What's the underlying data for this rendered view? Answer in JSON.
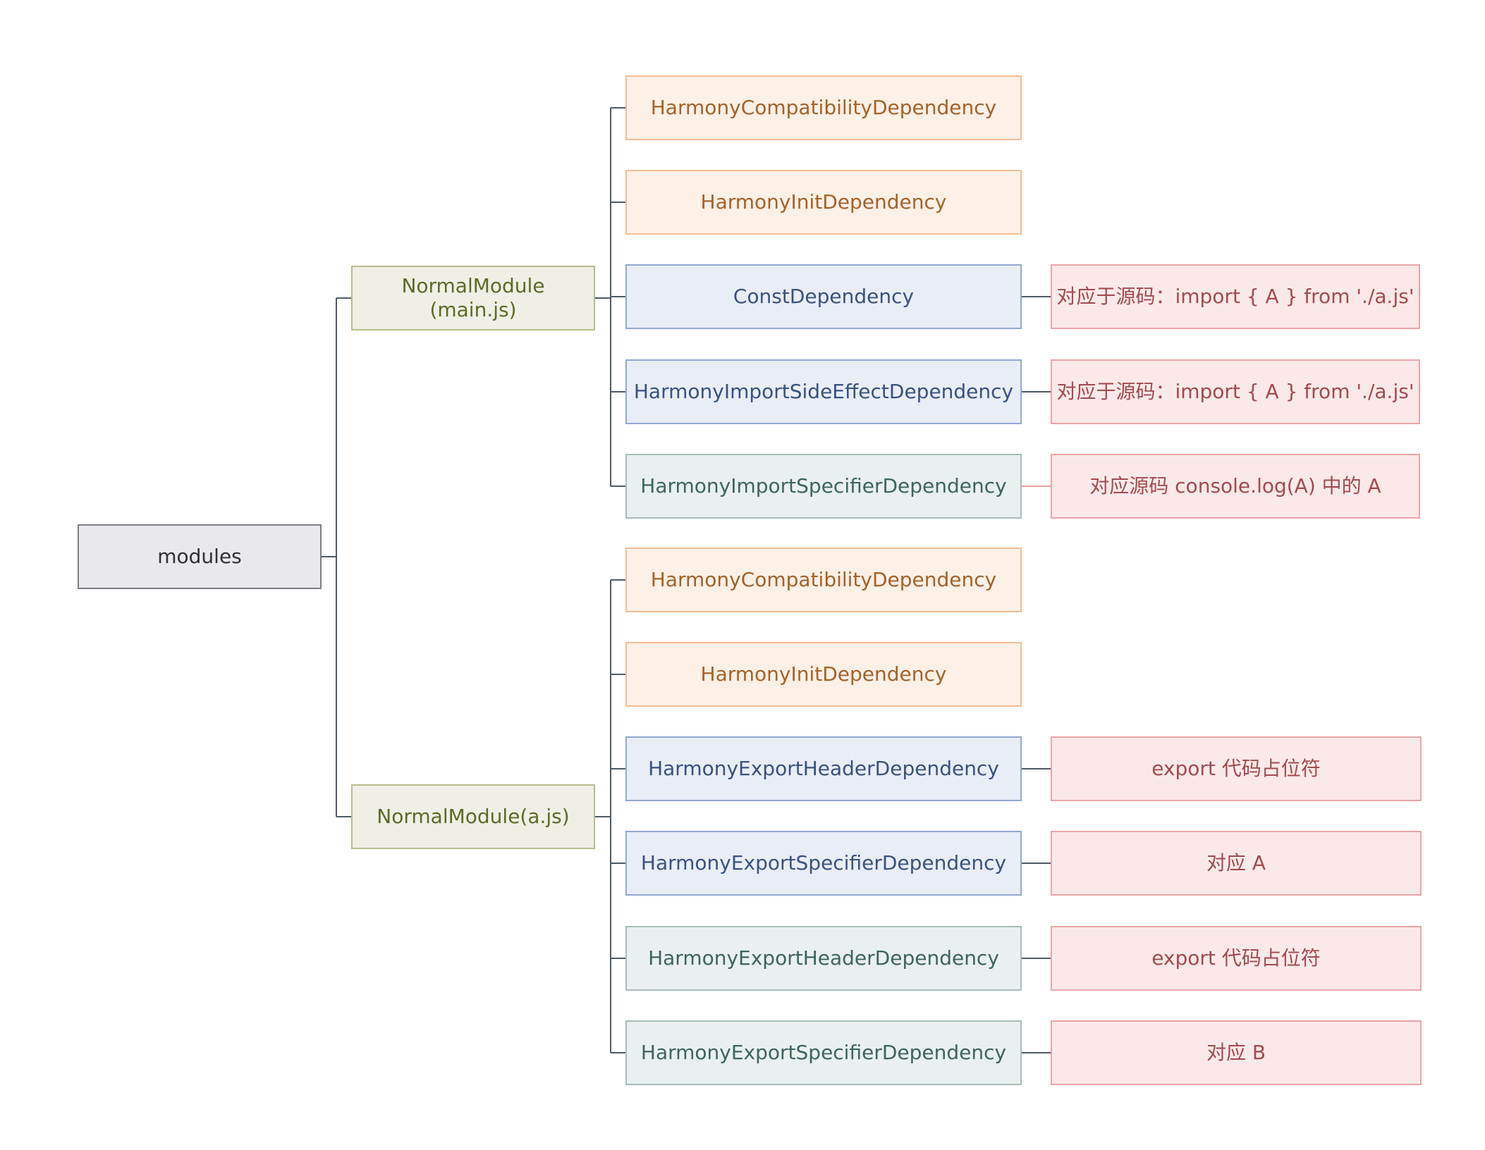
{
  "root": {
    "label": "modules"
  },
  "modules": [
    {
      "label": "NormalModule\n(main.js)",
      "dependencies": [
        {
          "label": "HarmonyCompatibilityDependency",
          "style": "orange",
          "note": null
        },
        {
          "label": "HarmonyInitDependency",
          "style": "orange",
          "note": null
        },
        {
          "label": "ConstDependency",
          "style": "blue",
          "note": "对应于源码：import { A } from './a.js'"
        },
        {
          "label": "HarmonyImportSideEffectDependency",
          "style": "blue",
          "note": "对应于源码：import { A } from './a.js'"
        },
        {
          "label": "HarmonyImportSpecifierDependency",
          "style": "teal",
          "note": "对应源码 console.log(A) 中的 A"
        }
      ]
    },
    {
      "label": "NormalModule(a.js)",
      "dependencies": [
        {
          "label": "HarmonyCompatibilityDependency",
          "style": "orange",
          "note": null
        },
        {
          "label": "HarmonyInitDependency",
          "style": "orange",
          "note": null
        },
        {
          "label": "HarmonyExportHeaderDependency",
          "style": "blue",
          "note": "export 代码占位符"
        },
        {
          "label": "HarmonyExportSpecifierDependency",
          "style": "blue",
          "note": "对应 A"
        },
        {
          "label": "HarmonyExportHeaderDependency",
          "style": "teal",
          "note": "export 代码占位符"
        },
        {
          "label": "HarmonyExportSpecifierDependency",
          "style": "teal",
          "note": "对应 B"
        }
      ]
    }
  ],
  "colors": {
    "tree_line": "#4f5a66",
    "note_line_highlight": "#e8a0a0"
  }
}
